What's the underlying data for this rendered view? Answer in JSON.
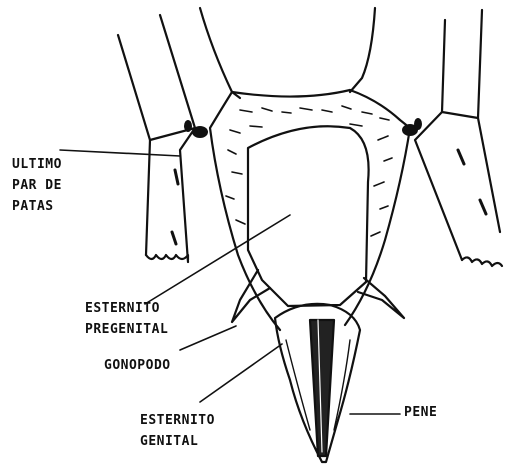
{
  "diagram": {
    "labels": {
      "ultimo_par": [
        "ULTIMO",
        "PAR DE",
        "PATAS"
      ],
      "esternito_pregenital": [
        "ESTERNITO",
        "PREGENITAL"
      ],
      "gonopodo": [
        "GONOPODO"
      ],
      "esternito_genital": [
        "ESTERNITO",
        "GENITAL"
      ],
      "pene": [
        "PENE"
      ]
    },
    "colors": {
      "ink": "#111111",
      "background": "#ffffff"
    }
  }
}
